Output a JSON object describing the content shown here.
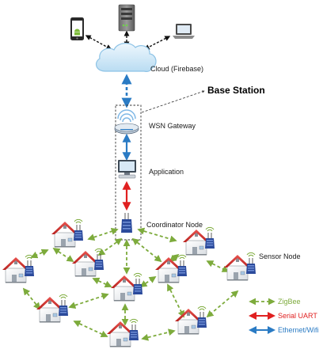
{
  "labels": {
    "cloud": "Cloud (Firebase)",
    "base_station": "Base Station",
    "gateway": "WSN Gateway",
    "application": "Application",
    "coordinator": "Coordinator Node",
    "sensor_node": "Sensor Node"
  },
  "legend": [
    {
      "label": "ZigBee",
      "color": "#7dab3c"
    },
    {
      "label": "Serial UART",
      "color": "#e02020"
    },
    {
      "label": "Ethernet/Wifi",
      "color": "#2a7bc4"
    }
  ],
  "colors": {
    "zigbee": "#7dab3c",
    "uart": "#e02020",
    "ethernet": "#2a7bc4",
    "cloud_link": "#2a7bc4",
    "roof": "#d8312e",
    "sensor": "#2b4a9b"
  },
  "icons": [
    "smartphone-icon",
    "server-icon",
    "laptop-icon",
    "cloud-icon",
    "router-icon",
    "computer-icon",
    "house-icon",
    "sensor-node-icon"
  ]
}
